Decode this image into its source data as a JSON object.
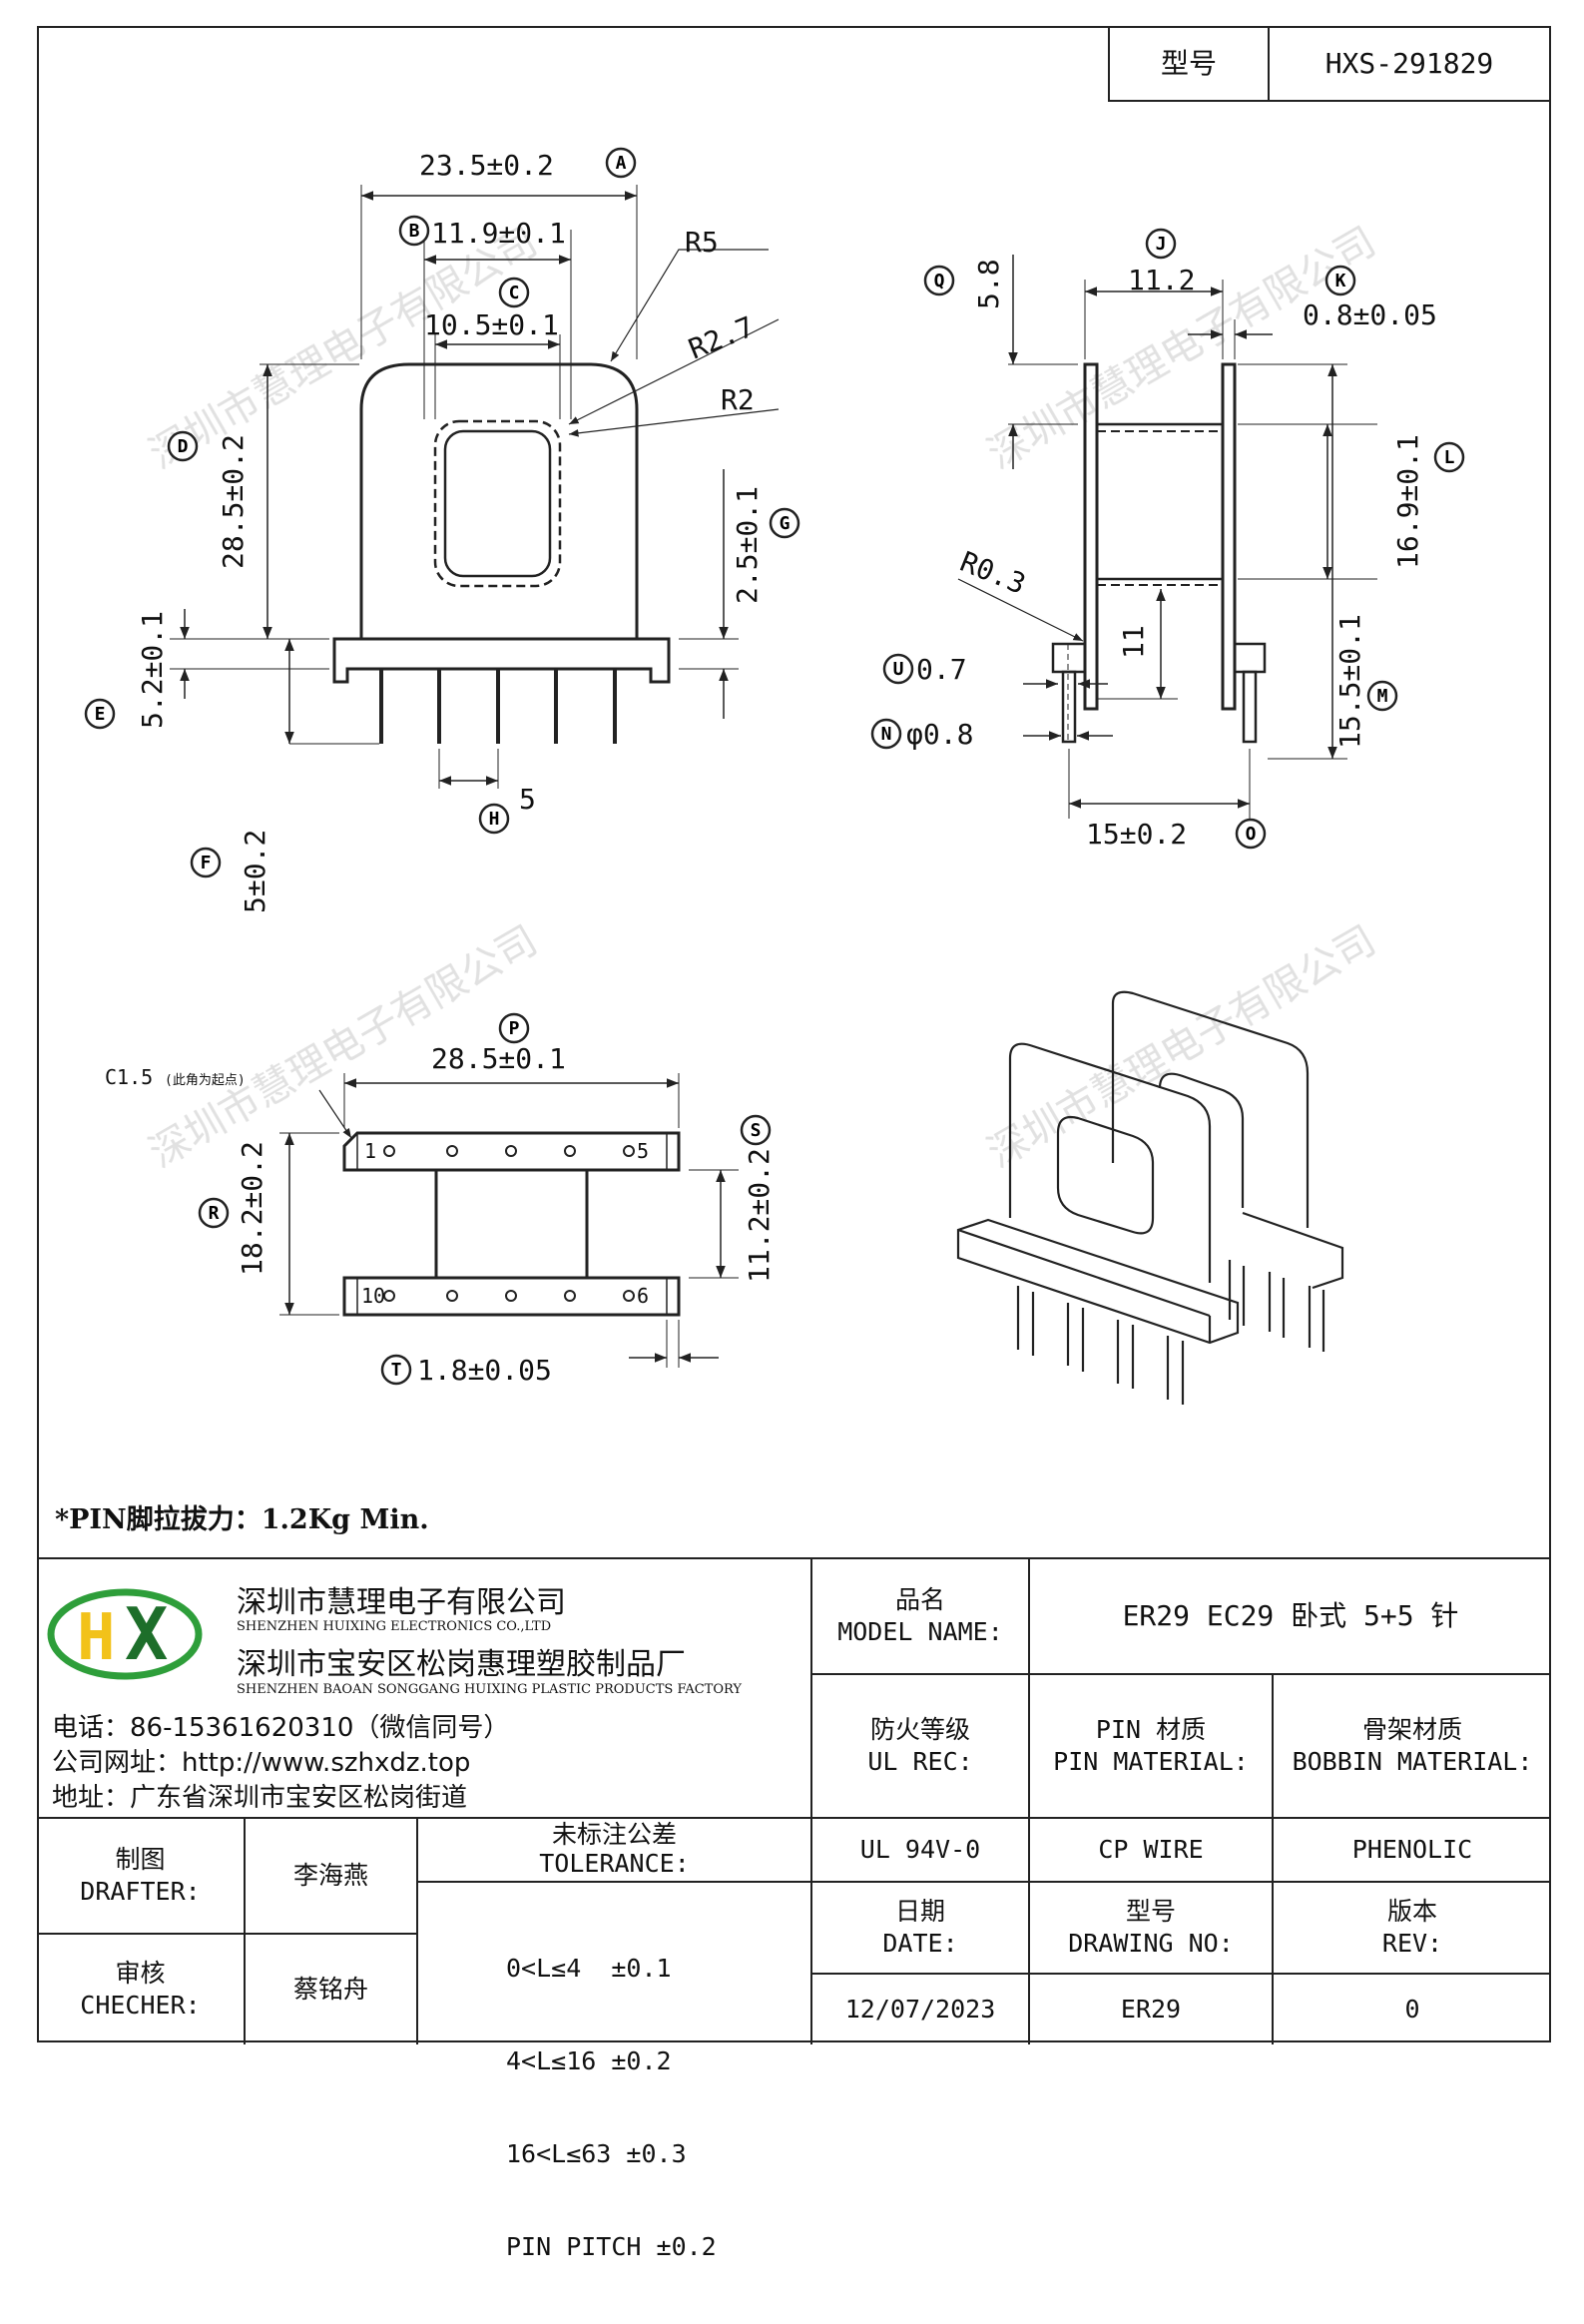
{
  "model_box": {
    "label": "型号",
    "value": "HXS-291829"
  },
  "drawing": {
    "front": {
      "dim_width": "23.5±0.2",
      "tag_width": "A",
      "dim_b": "11.9±0.1",
      "tag_b": "B",
      "dim_c": "10.5±0.1",
      "tag_c": "C",
      "r5": "R5",
      "r27": "R2.7",
      "r2": "R2",
      "dim_d": "28.5±0.2",
      "tag_d": "D",
      "dim_g": "2.5±0.1",
      "tag_g": "G",
      "dim_e": "5.2±0.1",
      "tag_e": "E",
      "dim_f": "5±0.2",
      "tag_f": "F",
      "dim_h": "5",
      "tag_h": "H"
    },
    "side": {
      "dim_j": "11.2",
      "tag_j": "J",
      "dim_q": "5.8",
      "tag_q": "Q",
      "dim_k": "0.8±0.05",
      "tag_k": "K",
      "dim_l": "16.9±0.1",
      "tag_l": "L",
      "r03": "R0.3",
      "dim_11": "11",
      "dim_m": "15.5±0.1",
      "tag_m": "M",
      "dim_u": "0.7",
      "tag_u": "U",
      "dim_n": "φ0.8",
      "tag_n": "N",
      "dim_o": "15±0.2",
      "tag_o": "O"
    },
    "bottom": {
      "dim_p": "28.5±0.1",
      "tag_p": "P",
      "c15": "C1.5",
      "c15_note": "(此角为起点)",
      "dim_r": "18.2±0.2",
      "tag_r": "R",
      "dim_s": "11.2±0.2",
      "tag_s": "S",
      "dim_t": "1.8±0.05",
      "tag_t": "T",
      "pin_1": "1",
      "pin_5": "5",
      "pin_10": "10",
      "pin_6": "6"
    },
    "watermark": "深圳市慧理电子有限公司"
  },
  "pin_note": "*PIN脚拉拔力：1.2Kg Min.",
  "company": {
    "name_cn": "深圳市慧理电子有限公司",
    "name_en": "SHENZHEN HUIXING ELECTRONICS CO.,LTD",
    "factory_cn": "深圳市宝安区松岗惠理塑胶制品厂",
    "factory_en": "SHENZHEN BAOAN SONGGANG HUIXING PLASTIC PRODUCTS FACTORY",
    "phone": "电话：86-15361620310（微信同号）",
    "website": "公司网址：http://www.szhxdz.top",
    "address": "地址：广东省深圳市宝安区松岗街道",
    "logo_text": "HX",
    "colors": {
      "logo_green": "#2e9e3a",
      "logo_yellow": "#f2c21a",
      "logo_dark": "#1d6e2a"
    }
  },
  "title_block": {
    "model_name_label_cn": "品名",
    "model_name_label_en": "MODEL NAME:",
    "model_name_value": "ER29 EC29 卧式 5+5 针",
    "ul_label_cn": "防火等级",
    "ul_label_en": "UL REC:",
    "pin_mat_label_cn": "PIN 材质",
    "pin_mat_label_en": "PIN MATERIAL:",
    "bobbin_label_cn": "骨架材质",
    "bobbin_label_en": "BOBBIN MATERIAL:",
    "ul_value": "UL 94V-0",
    "pin_mat_value": "CP WIRE",
    "bobbin_value": "PHENOLIC",
    "drafter_label_cn": "制图",
    "drafter_label_en": "DRAFTER:",
    "drafter_value": "李海燕",
    "checker_label_cn": "审核",
    "checker_label_en": "CHECHER:",
    "checker_value": "蔡铭舟",
    "tolerance_label_cn": "未标注公差",
    "tolerance_label_en": "TOLERANCE:",
    "tolerance_lines": [
      "0<L≤4  ±0.1",
      "4<L≤16 ±0.2",
      "16<L≤63 ±0.3",
      "PIN PITCH ±0.2"
    ],
    "date_label_cn": "日期",
    "date_label_en": "DATE:",
    "date_value": "12/07/2023",
    "drawing_no_label_cn": "型号",
    "drawing_no_label_en": "DRAWING NO:",
    "drawing_no_value": "ER29",
    "rev_label_cn": "版本",
    "rev_label_en": "REV:",
    "rev_value": "0"
  }
}
